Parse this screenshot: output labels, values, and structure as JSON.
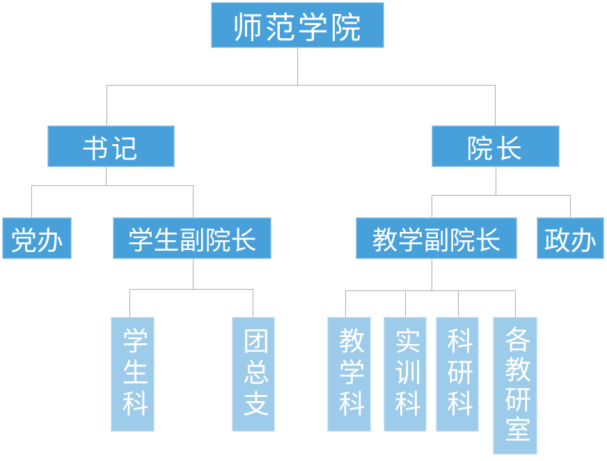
{
  "org": {
    "nodes": {
      "root": {
        "label": "师范学院"
      },
      "secretary": {
        "label": "书记"
      },
      "dean": {
        "label": "院长"
      },
      "party_office": {
        "label": "党办"
      },
      "student_vice_dean": {
        "label": "学生副院长"
      },
      "teaching_vice_dean": {
        "label": "教学副院长"
      },
      "admin_office": {
        "label": "政办"
      },
      "student_section": {
        "label": "学生科"
      },
      "youth_league_branch": {
        "label": "团总支"
      },
      "teaching_section": {
        "label": "教学科"
      },
      "training_section": {
        "label": "实训科"
      },
      "research_section": {
        "label": "科研科"
      },
      "teaching_research_rooms": {
        "label": "各教研室"
      }
    },
    "edges": [
      [
        "root",
        "secretary"
      ],
      [
        "root",
        "dean"
      ],
      [
        "secretary",
        "party_office"
      ],
      [
        "secretary",
        "student_vice_dean"
      ],
      [
        "dean",
        "teaching_vice_dean"
      ],
      [
        "dean",
        "admin_office"
      ],
      [
        "student_vice_dean",
        "student_section"
      ],
      [
        "student_vice_dean",
        "youth_league_branch"
      ],
      [
        "teaching_vice_dean",
        "teaching_section"
      ],
      [
        "teaching_vice_dean",
        "training_section"
      ],
      [
        "teaching_vice_dean",
        "research_section"
      ],
      [
        "teaching_vice_dean",
        "teaching_research_rooms"
      ]
    ]
  },
  "colors": {
    "node_primary": "#47A0DA",
    "node_secondary": "#9DCBEA",
    "connector": "#A9A9A9",
    "node_text": "#FFFFFF",
    "background": "#FFFFFF"
  }
}
